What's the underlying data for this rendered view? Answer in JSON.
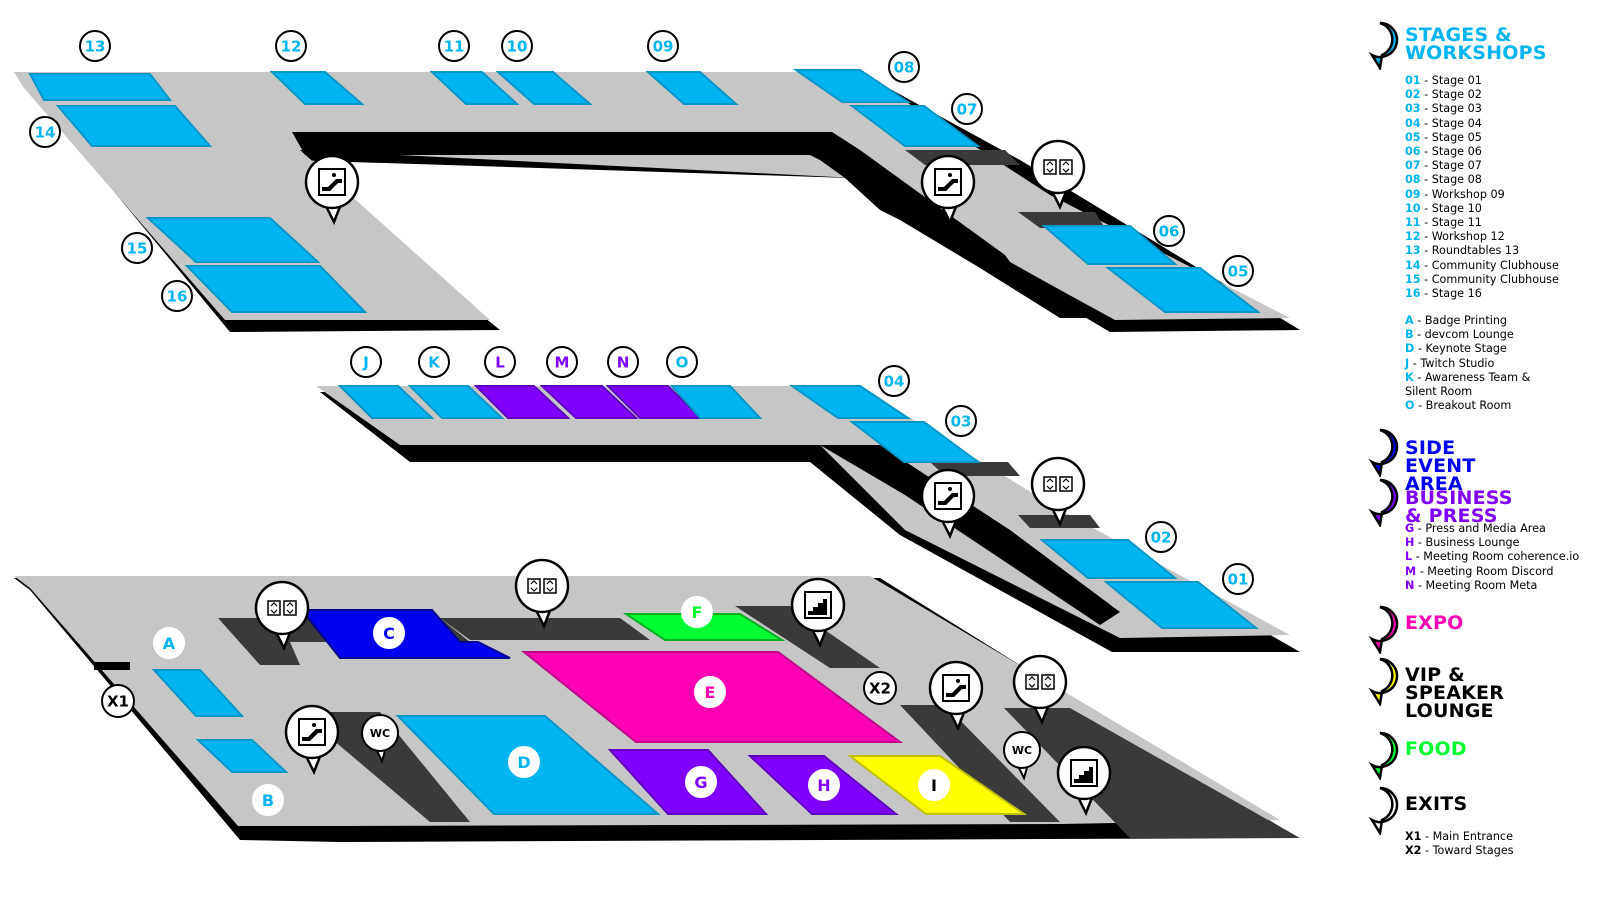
{
  "colors": {
    "stage": "#00b4f0",
    "stage_edge": "#0096c8",
    "side_event": "#0000ee",
    "business": "#8000ff",
    "expo": "#ff00b4",
    "vip": "#ffff00",
    "food": "#00ff33",
    "floor": "#c6c6c6",
    "wall": "#000000",
    "dark": "#3a3a3a"
  },
  "map": {
    "stage_markers": [
      "13",
      "12",
      "11",
      "10",
      "09",
      "08",
      "07",
      "14",
      "15",
      "16",
      "06",
      "05",
      "04",
      "03",
      "02",
      "01"
    ],
    "letter_markers": [
      "J",
      "K",
      "L",
      "M",
      "N",
      "O"
    ],
    "ground_markers": [
      "A",
      "B",
      "C",
      "D",
      "E",
      "F",
      "G",
      "H",
      "I"
    ],
    "exit_markers": [
      "X1",
      "X2"
    ],
    "wc_label": "WC",
    "icons": {
      "escalator": "escalator-icon",
      "elevator": "elevator-icon",
      "stairs": "stairs-icon"
    }
  },
  "legend": {
    "stages": {
      "title_line1": "STAGES &",
      "title_line2": "WORKSHOPS",
      "items": [
        {
          "code": "01",
          "label": " - Stage 01"
        },
        {
          "code": "02",
          "label": " - Stage 02"
        },
        {
          "code": "03",
          "label": " - Stage 03"
        },
        {
          "code": "04",
          "label": " - Stage 04"
        },
        {
          "code": "05",
          "label": " - Stage 05"
        },
        {
          "code": "06",
          "label": " - Stage 06"
        },
        {
          "code": "07",
          "label": " - Stage 07"
        },
        {
          "code": "08",
          "label": " - Stage 08"
        },
        {
          "code": "09",
          "label": " - Workshop 09"
        },
        {
          "code": "10",
          "label": " - Stage 10"
        },
        {
          "code": "11",
          "label": " - Stage 11"
        },
        {
          "code": "12",
          "label": " - Workshop 12"
        },
        {
          "code": "13",
          "label": " - Roundtables 13"
        },
        {
          "code": "14",
          "label": " - Community Clubhouse"
        },
        {
          "code": "15",
          "label": " - Community Clubhouse"
        },
        {
          "code": "16",
          "label": " - Stage 16"
        }
      ],
      "letters": [
        {
          "code": "A",
          "label": " - Badge Printing"
        },
        {
          "code": "B",
          "label": " - devcom Lounge"
        },
        {
          "code": "D",
          "label": " - Keynote Stage"
        },
        {
          "code": "J",
          "label": " - Twitch Studio"
        },
        {
          "code": "K",
          "label": " - Awareness Team &"
        },
        {
          "code": "",
          "label": "   Silent Room"
        },
        {
          "code": "O",
          "label": " - Breakout Room"
        }
      ]
    },
    "side_event": {
      "title": "SIDE EVENT AREA"
    },
    "business": {
      "title": "BUSINESS & PRESS",
      "items": [
        {
          "code": "G",
          "label": " - Press and Media Area"
        },
        {
          "code": "H",
          "label": " - Business Lounge"
        },
        {
          "code": "L",
          "label": " - Meeting Room coherence.io"
        },
        {
          "code": "M",
          "label": " - Meeting Room Discord"
        },
        {
          "code": "N",
          "label": " - Meeting Room Meta"
        }
      ]
    },
    "expo": {
      "title": "EXPO"
    },
    "vip": {
      "title_line1": "VIP & SPEAKER",
      "title_line2": "LOUNGE"
    },
    "food": {
      "title": "FOOD"
    },
    "exits": {
      "title": "EXITS",
      "items": [
        {
          "code": "X1",
          "label": " - Main Entrance"
        },
        {
          "code": "X2",
          "label": " - Toward Stages"
        }
      ]
    }
  }
}
